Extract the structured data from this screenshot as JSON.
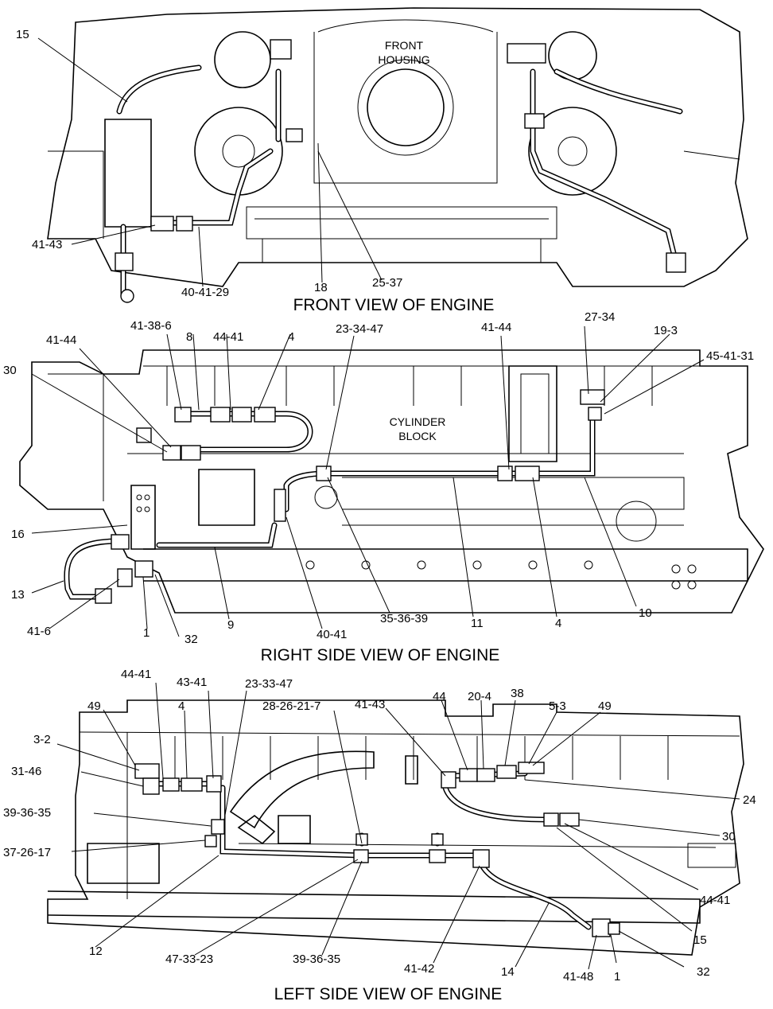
{
  "views": [
    {
      "id": "front",
      "title": "FRONT VIEW OF ENGINE",
      "caption": [
        "FRONT",
        "HOUSING"
      ],
      "labels": [
        "15",
        "41-43",
        "40-41-29",
        "18",
        "25-37"
      ]
    },
    {
      "id": "right",
      "title": "RIGHT SIDE VIEW OF ENGINE",
      "caption": [
        "CYLINDER",
        "BLOCK"
      ],
      "labels": [
        "41-38-6",
        "8",
        "44-41",
        "4",
        "23-34-47",
        "41-44",
        "27-34",
        "19-3",
        "45-41-31",
        "41-44",
        "30",
        "16",
        "13",
        "41-6",
        "1",
        "32",
        "9",
        "40-41",
        "35-36-39",
        "11",
        "4",
        "10"
      ]
    },
    {
      "id": "left",
      "title": "LEFT SIDE VIEW OF ENGINE",
      "caption": [],
      "labels": [
        "44-41",
        "43-41",
        "23-33-47",
        "4",
        "49",
        "28-26-21-7",
        "41-43",
        "44",
        "20-4",
        "38",
        "5-3",
        "49",
        "3-2",
        "31-46",
        "39-36-35",
        "37-26-17",
        "24",
        "30",
        "44-41",
        "15",
        "12",
        "47-33-23",
        "39-36-35",
        "41-42",
        "14",
        "41-48",
        "1",
        "32"
      ]
    }
  ]
}
